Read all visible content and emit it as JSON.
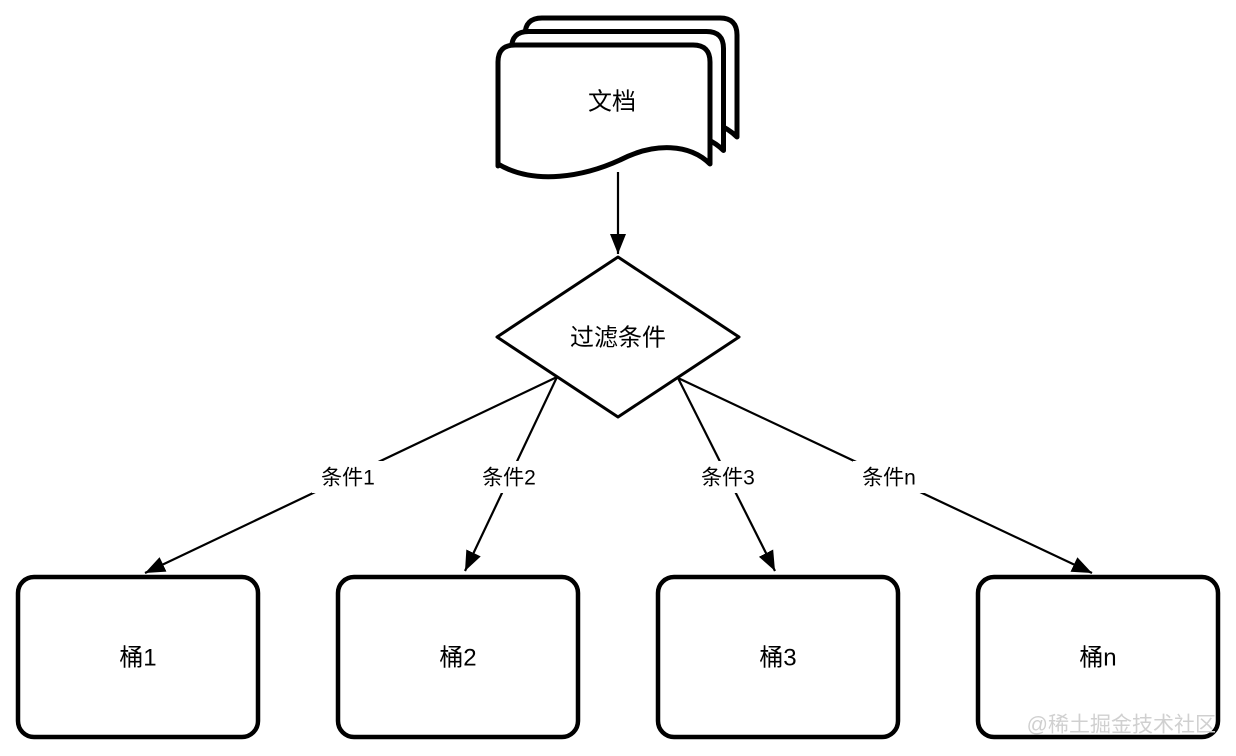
{
  "diagram": {
    "document_node": {
      "label": "文档"
    },
    "decision_node": {
      "label": "过滤条件"
    },
    "edges": [
      {
        "label": "条件1"
      },
      {
        "label": "条件2"
      },
      {
        "label": "条件3"
      },
      {
        "label": "条件n"
      }
    ],
    "buckets": [
      {
        "label": "桶1"
      },
      {
        "label": "桶2"
      },
      {
        "label": "桶3"
      },
      {
        "label": "桶n"
      }
    ],
    "colors": {
      "stroke": "#000000",
      "shape_fill": "#ffffff",
      "watermark": "#d0d0d0"
    }
  },
  "watermark": {
    "text": "@稀土掘金技术社区"
  }
}
